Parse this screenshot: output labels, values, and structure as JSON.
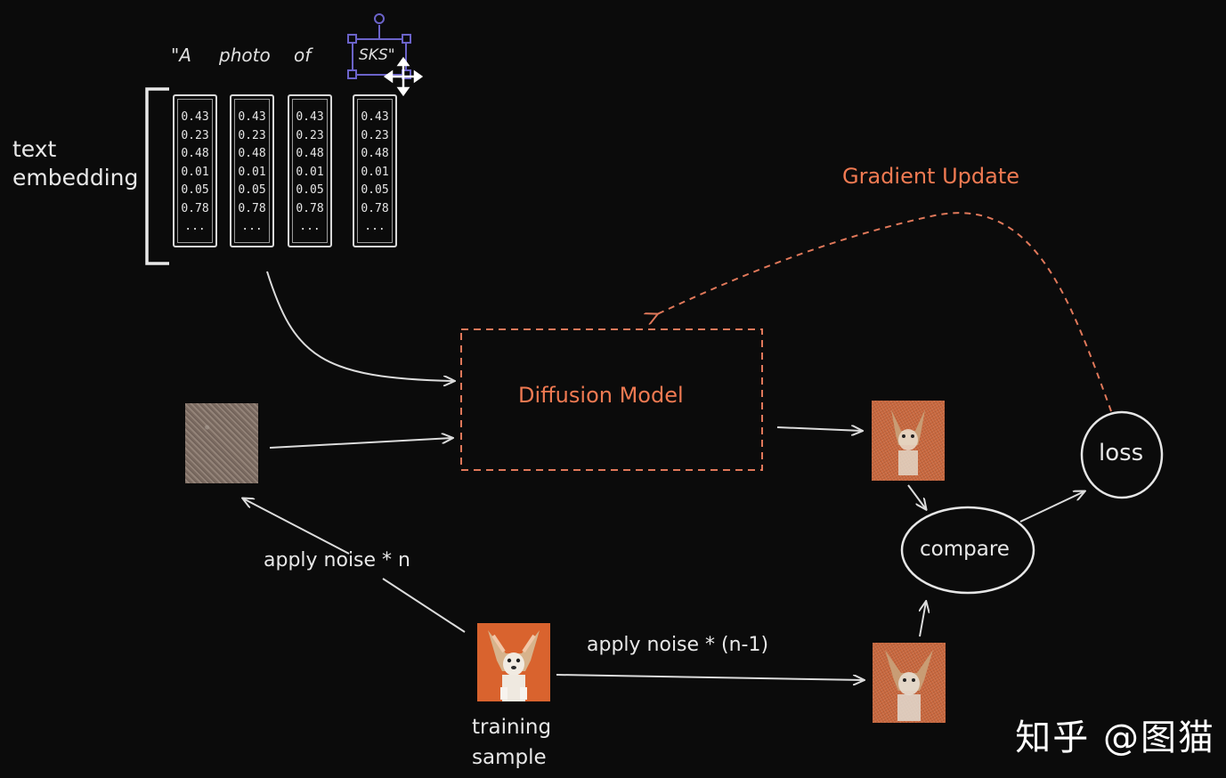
{
  "prompt_words": [
    "\"A",
    "photo",
    "of",
    "SKS\""
  ],
  "text_embedding_label": [
    "text",
    "embedding"
  ],
  "embedding_values": [
    "0.43",
    "0.23",
    "0.48",
    "0.01",
    "0.05",
    "0.78",
    "..."
  ],
  "diffusion_model_label": "Diffusion Model",
  "gradient_update_label": "Gradient Update",
  "loss_label": "loss",
  "compare_label": "compare",
  "apply_noise_n_label": "apply noise * n",
  "apply_noise_n1_label": "apply noise * (n-1)",
  "training_sample_label": [
    "training",
    "sample"
  ],
  "watermark": "知乎 @图猫",
  "colors": {
    "accent": "#f07a52",
    "stroke": "#e0e0e0",
    "selection": "#6b63c9",
    "background": "#0b0b0b"
  }
}
